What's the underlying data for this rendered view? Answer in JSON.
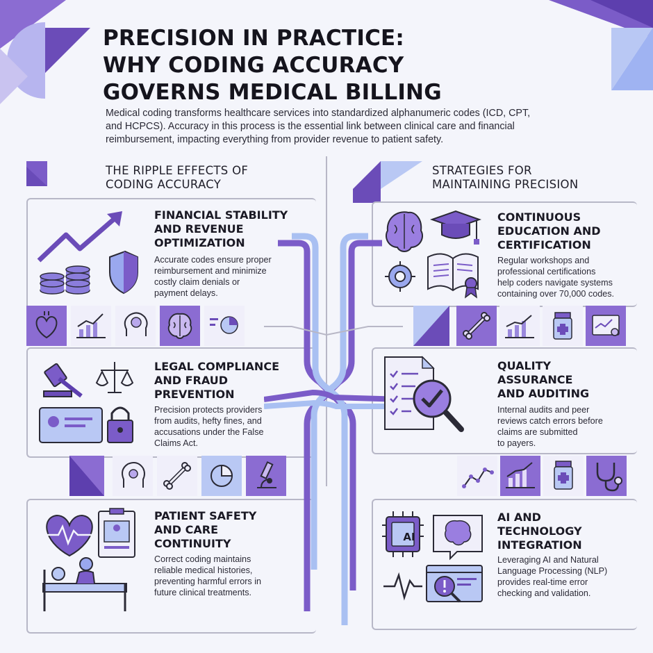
{
  "title": {
    "line1": "PRECISION IN PRACTICE:",
    "line2": "WHY CODING ACCURACY",
    "line3": "GOVERNS MEDICAL BILLING"
  },
  "intro": {
    "line1": "Medical coding transforms healthcare services into standardized alphanumeric codes (ICD, CPT,",
    "line2": "and HCPCS). Accuracy in this process is the essential link between clinical care and financial",
    "line3": "reimbursement, impacting everything from provider revenue to patient safety."
  },
  "left": {
    "heading_line1": "THE RIPPLE EFFECTS OF",
    "heading_line2": "CODING ACCURACY",
    "cards": [
      {
        "title_lines": [
          "FINANCIAL STABILITY",
          "AND REVENUE",
          "OPTIMIZATION"
        ],
        "body_lines": [
          "Accurate codes ensure proper",
          "reimbursement and minimize",
          "costly claim denials or",
          "payment delays."
        ]
      },
      {
        "title_lines": [
          "LEGAL COMPLIANCE",
          "AND FRAUD",
          "PREVENTION"
        ],
        "body_lines": [
          "Precision protects providers",
          "from audits, hefty fines, and",
          "accusations under the False",
          "Claims Act."
        ]
      },
      {
        "title_lines": [
          "PATIENT SAFETY",
          "AND CARE",
          "CONTINUITY"
        ],
        "body_lines": [
          "Correct coding maintains",
          "reliable medical histories,",
          "preventing harmful errors in",
          "future clinical treatments."
        ]
      }
    ]
  },
  "right": {
    "heading_line1": "STRATEGIES FOR",
    "heading_line2": "MAINTAINING PRECISION",
    "cards": [
      {
        "title_lines": [
          "CONTINUOUS",
          "EDUCATION AND",
          "CERTIFICATION"
        ],
        "body_lines": [
          "Regular workshops and",
          "professional certifications",
          "help coders navigate systems",
          "containing over 70,000 codes."
        ]
      },
      {
        "title_lines": [
          "QUALITY",
          "ASSURANCE",
          "AND AUDITING"
        ],
        "body_lines": [
          "Internal audits and peer",
          "reviews catch errors before",
          "claims are submitted",
          "to payers."
        ]
      },
      {
        "title_lines": [
          "AI AND",
          "TECHNOLOGY",
          "INTEGRATION"
        ],
        "body_lines": [
          "Leveraging AI and Natural",
          "Language Processing (NLP)",
          "provides real-time error",
          "checking and validation."
        ]
      }
    ]
  },
  "icons": {
    "ai_chip_label": "AI"
  },
  "colors": {
    "purple": "#7b5cc8",
    "dark_purple": "#5d3fae",
    "light_blue": "#b9c8f4",
    "background": "#f4f5fb"
  }
}
